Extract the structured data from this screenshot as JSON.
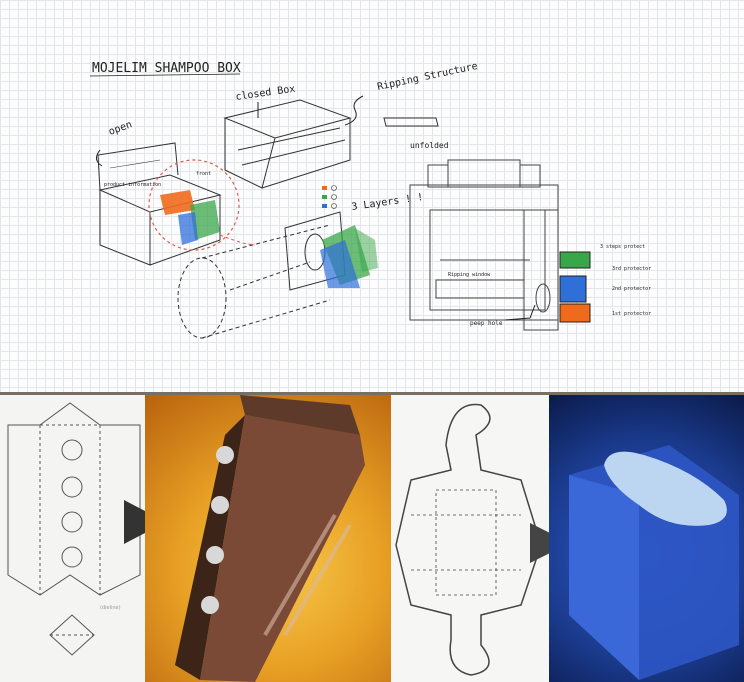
{
  "sketch": {
    "title": "MOJELIM SHAMPOO BOX",
    "open_label": "open",
    "closed_label": "closed Box",
    "ripping_label": "Ripping Structure",
    "unfolded_label": "unfolded",
    "layers_label": "3 Layers ! !",
    "product_info": "product information",
    "front_label": "front",
    "ripping_window": "Ripping window",
    "peep_hole": "peep hole",
    "steps_label": "3 steps protect",
    "protector_3": "3rd protector",
    "protector_2": "2nd protector",
    "protector_1": "1st protector",
    "colors": {
      "orange": "#f06a1c",
      "green": "#3aa64a",
      "blue": "#2f6fd8",
      "red_circle": "#e25a4a"
    }
  },
  "references": {
    "caption_1": "(dieline)",
    "colors": {
      "chocolate": "#7a4a36",
      "yellow": "#f2b72a",
      "navy": "#1a3a8c",
      "arrow": "#333"
    }
  }
}
